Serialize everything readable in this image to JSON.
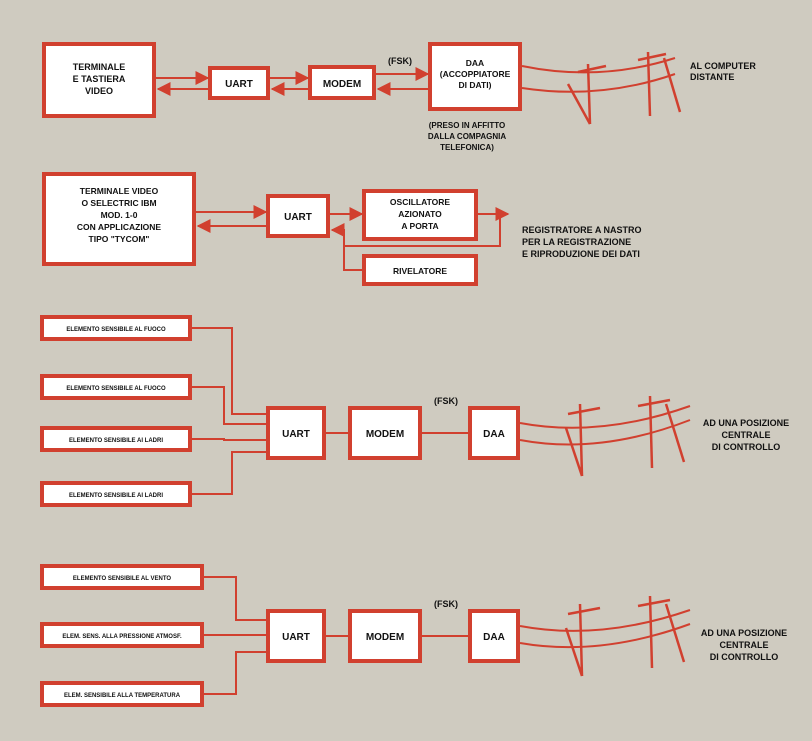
{
  "diagram1": {
    "terminal_line1": "TERMINALE",
    "terminal_line2": "E TASTIERA",
    "terminal_line3": "VIDEO",
    "uart": "UART",
    "modem": "MODEM",
    "fsk": "(FSK)",
    "daa_line1": "DAA",
    "daa_line2": "(ACCOPPIATORE",
    "daa_line3": "DI DATI)",
    "note_line1": "(PRESO IN AFFITTO",
    "note_line2": "DALLA COMPAGNIA",
    "note_line3": "TELEFONICA)",
    "dest_line1": "AL COMPUTER",
    "dest_line2": "DISTANTE"
  },
  "diagram2": {
    "terminal_line1": "TERMINALE VIDEO",
    "terminal_line2": "O SELECTRIC IBM",
    "terminal_line3": "MOD. 1-0",
    "terminal_line4": "CON APPLICAZIONE",
    "terminal_line5": "TIPO \"TYCOM\"",
    "uart": "UART",
    "oscillator_line1": "OSCILLATORE",
    "oscillator_line2": "AZIONATO",
    "oscillator_line3": "A PORTA",
    "detector": "RIVELATORE",
    "dest_line1": "REGISTRATORE A NASTRO",
    "dest_line2": "PER LA REGISTRAZIONE",
    "dest_line3": "E RIPRODUZIONE DEI DATI"
  },
  "diagram3": {
    "sensor1": "ELEMENTO SENSIBILE AL FUOCO",
    "sensor2": "ELEMENTO SENSIBILE AL FUOCO",
    "sensor3": "ELEMENTO SENSIBILE AI LADRI",
    "sensor4": "ELEMENTO SENSIBILE AI LADRI",
    "uart": "UART",
    "modem": "MODEM",
    "fsk": "(FSK)",
    "daa": "DAA",
    "dest_line1": "AD UNA POSIZIONE",
    "dest_line2": "CENTRALE",
    "dest_line3": "DI CONTROLLO"
  },
  "diagram4": {
    "sensor1": "ELEMENTO SENSIBILE AL VENTO",
    "sensor2": "ELEM. SENS. ALLA PRESSIONE ATMOSF.",
    "sensor3": "ELEM. SENSIBILE ALLA TEMPERATURA",
    "uart": "UART",
    "modem": "MODEM",
    "fsk": "(FSK)",
    "daa": "DAA",
    "dest_line1": "AD UNA POSIZIONE",
    "dest_line2": "CENTRALE",
    "dest_line3": "DI CONTROLLO"
  },
  "colors": {
    "accent": "#d1402f",
    "paper": "#cfcbc0",
    "box": "#ffffff"
  }
}
